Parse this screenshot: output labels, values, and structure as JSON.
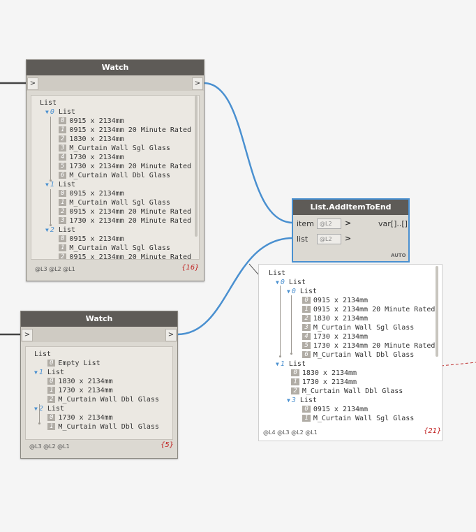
{
  "colors": {
    "wire": "#4a90d0",
    "canvas": "#f5f5f5",
    "node_header": "#5e5b57",
    "count": "#c02020"
  },
  "watch1": {
    "title": "Watch",
    "in_port": ">",
    "out_port": ">",
    "root": "List",
    "lines": [
      {
        "t": "list",
        "idx": "0",
        "label": "List"
      },
      {
        "t": "item",
        "idx": "0",
        "label": "0915 x 2134mm"
      },
      {
        "t": "item",
        "idx": "1",
        "label": "0915 x 2134mm 20 Minute Rated"
      },
      {
        "t": "item",
        "idx": "2",
        "label": "1830 x 2134mm"
      },
      {
        "t": "item",
        "idx": "3",
        "label": "M_Curtain Wall Sgl Glass"
      },
      {
        "t": "item",
        "idx": "4",
        "label": "1730 x 2134mm"
      },
      {
        "t": "item",
        "idx": "5",
        "label": "1730 x 2134mm 20 Minute Rated"
      },
      {
        "t": "item",
        "idx": "6",
        "label": "M_Curtain Wall Dbl Glass"
      },
      {
        "t": "list",
        "idx": "1",
        "label": "List"
      },
      {
        "t": "item",
        "idx": "0",
        "label": "0915 x 2134mm"
      },
      {
        "t": "item",
        "idx": "1",
        "label": "M_Curtain Wall Sgl Glass"
      },
      {
        "t": "item",
        "idx": "2",
        "label": "0915 x 2134mm 20 Minute Rated"
      },
      {
        "t": "item",
        "idx": "3",
        "label": "1730 x 2134mm 20 Minute Rated"
      },
      {
        "t": "list",
        "idx": "2",
        "label": "List"
      },
      {
        "t": "item",
        "idx": "0",
        "label": "0915 x 2134mm"
      },
      {
        "t": "item",
        "idx": "1",
        "label": "M_Curtain Wall Sgl Glass"
      },
      {
        "t": "item",
        "idx": "2",
        "label": "0915 x 2134mm 20 Minute Rated"
      }
    ],
    "levels": "@L3 @L2 @L1",
    "count": "{16}"
  },
  "watch2": {
    "title": "Watch",
    "in_port": ">",
    "out_port": ">",
    "root": "List",
    "lines": [
      {
        "t": "item",
        "idx": "0",
        "label": "Empty List"
      },
      {
        "t": "list",
        "idx": "1",
        "label": "List"
      },
      {
        "t": "item",
        "idx": "0",
        "label": "1830 x 2134mm"
      },
      {
        "t": "item",
        "idx": "1",
        "label": "1730 x 2134mm"
      },
      {
        "t": "item",
        "idx": "2",
        "label": "M_Curtain Wall Dbl Glass"
      },
      {
        "t": "list",
        "idx": "2",
        "label": "List"
      },
      {
        "t": "item",
        "idx": "0",
        "label": "1730 x 2134mm"
      },
      {
        "t": "item",
        "idx": "1",
        "label": "M_Curtain Wall Dbl Glass"
      }
    ],
    "levels": "@L3 @L2 @L1",
    "count": "{5}"
  },
  "add_node": {
    "title": "List.AddItemToEnd",
    "input_item": "item",
    "input_list": "list",
    "lacing": "@L2",
    "output": "var[]..[]",
    "auto": "AUTO"
  },
  "preview": {
    "root": "List",
    "lines": [
      {
        "t": "list",
        "idx": "0",
        "label": "List",
        "indent": 0
      },
      {
        "t": "list",
        "idx": "0",
        "label": "List",
        "indent": 1
      },
      {
        "t": "item",
        "idx": "0",
        "label": "0915 x 2134mm",
        "indent": 2
      },
      {
        "t": "item",
        "idx": "1",
        "label": "0915 x 2134mm 20 Minute Rated",
        "indent": 2
      },
      {
        "t": "item",
        "idx": "2",
        "label": "1830 x 2134mm",
        "indent": 2
      },
      {
        "t": "item",
        "idx": "3",
        "label": "M_Curtain Wall Sgl Glass",
        "indent": 2
      },
      {
        "t": "item",
        "idx": "4",
        "label": "1730 x 2134mm",
        "indent": 2
      },
      {
        "t": "item",
        "idx": "5",
        "label": "1730 x 2134mm 20 Minute Rated",
        "indent": 2
      },
      {
        "t": "item",
        "idx": "6",
        "label": "M_Curtain Wall Dbl Glass",
        "indent": 2
      },
      {
        "t": "list",
        "idx": "1",
        "label": "List",
        "indent": 0
      },
      {
        "t": "item",
        "idx": "0",
        "label": "1830 x 2134mm",
        "indent": 1
      },
      {
        "t": "item",
        "idx": "1",
        "label": "1730 x 2134mm",
        "indent": 1
      },
      {
        "t": "item",
        "idx": "2",
        "label": "M_Curtain Wall Dbl Glass",
        "indent": 1
      },
      {
        "t": "list",
        "idx": "3",
        "label": "List",
        "indent": 1
      },
      {
        "t": "item",
        "idx": "0",
        "label": "0915 x 2134mm",
        "indent": 2
      },
      {
        "t": "item",
        "idx": "1",
        "label": "M_Curtain Wall Sgl Glass",
        "indent": 2
      }
    ],
    "levels": "@L4 @L3 @L2 @L1",
    "count": "{21}"
  }
}
